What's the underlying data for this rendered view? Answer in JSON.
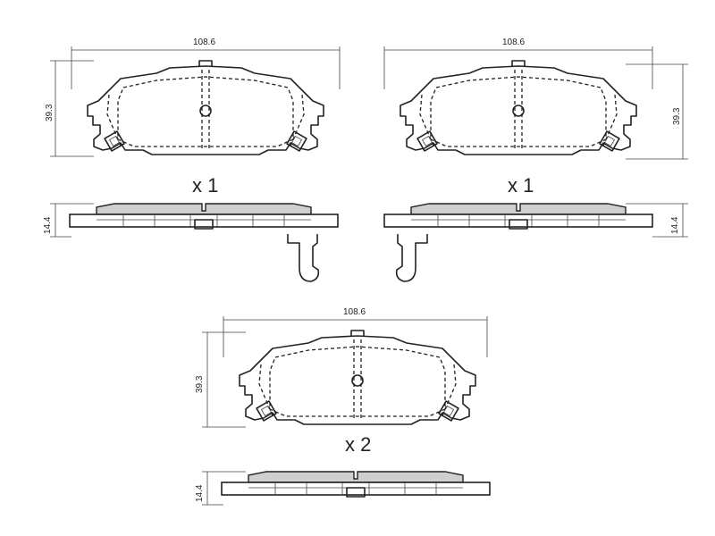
{
  "views": [
    {
      "id": "top-left",
      "width_label": "108.6",
      "height_label": "39.3",
      "quantity": "x 1",
      "thickness_label": "14.4"
    },
    {
      "id": "top-right",
      "width_label": "108.6",
      "height_label": "39.3",
      "quantity": "x 1",
      "thickness_label": "14.4"
    },
    {
      "id": "bottom",
      "width_label": "108.6",
      "height_label": "39.3",
      "quantity": "x 2",
      "thickness_label": "14.4"
    }
  ]
}
